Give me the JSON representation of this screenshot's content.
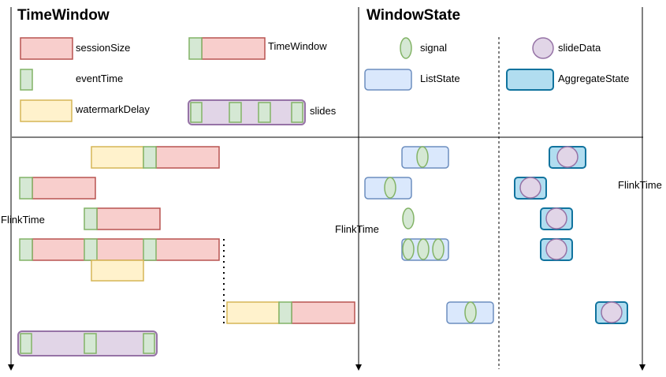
{
  "titles": {
    "left": "TimeWindow",
    "right": "WindowState"
  },
  "legend": {
    "session_size": "sessionSize",
    "time_window": "TimeWindow",
    "event_time": "eventTime",
    "watermark_delay": "watermarkDelay",
    "slides": "slides",
    "signal": "signal",
    "slide_data": "slideData",
    "list_state": "ListState",
    "aggregate_state": "AggregateState"
  },
  "axes": {
    "left_time": "FlinkTime",
    "middle_time": "FlinkTime",
    "right_time": "FlinkTime"
  },
  "colors": {
    "session_fill": "#f8cecc",
    "session_stroke": "#b85450",
    "event_fill": "#d5e8d4",
    "event_stroke": "#82b366",
    "watermark_fill": "#fff2cc",
    "watermark_stroke": "#d6b656",
    "slides_fill": "#e1d5e7",
    "slides_stroke": "#9673a6",
    "list_fill": "#dae8fc",
    "list_stroke": "#6c8ebf",
    "aggregate_fill": "#b1ddf0",
    "aggregate_stroke": "#10739e"
  }
}
